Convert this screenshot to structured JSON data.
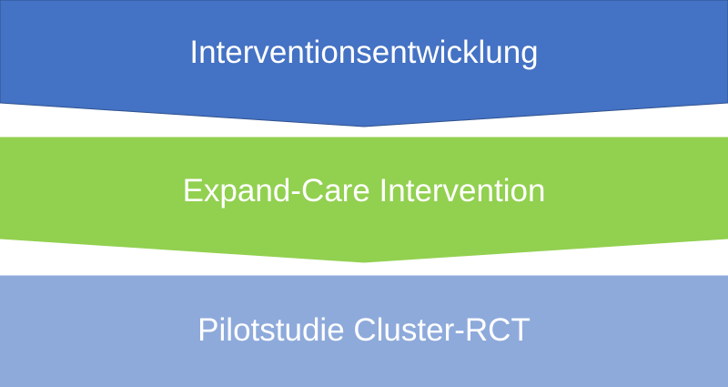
{
  "steps": [
    {
      "label": "Interventionsentwicklung",
      "color": "#4472c4",
      "stroke": "#2f528f"
    },
    {
      "label": "Expand-Care Intervention",
      "color": "#92d050",
      "stroke": "#92d050"
    },
    {
      "label": "Pilotstudie Cluster-RCT",
      "color": "#8eaadb",
      "stroke": "#8eaadb"
    }
  ]
}
